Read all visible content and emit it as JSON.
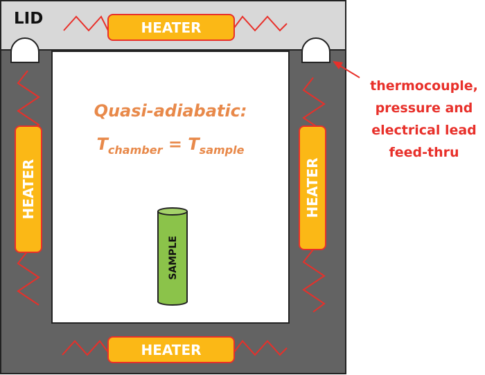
{
  "labels": {
    "lid": "LID",
    "heater_top": "HEATER",
    "heater_bottom": "HEATER",
    "heater_left": "HEATER",
    "heater_right": "HEATER",
    "sample": "SAMPLE",
    "title": "Quasi-adiabatic:",
    "eq_t1": "T",
    "eq_sub1": "chamber",
    "eq_equals": " = ",
    "eq_t2": "T",
    "eq_sub2": "sample",
    "annotation_line1": "thermocouple,",
    "annotation_line2": "pressure and",
    "annotation_line3": "electrical lead",
    "annotation_line4": "feed-thru"
  },
  "colors": {
    "chamber_wall": "#636363",
    "lid": "#d8d8d8",
    "interior": "#ffffff",
    "heater_fill": "#fbb816",
    "heater_stroke": "#e8302a",
    "wire": "#e8302a",
    "sample_fill": "#8bc34a",
    "annotation": "#e8302a",
    "title": "#e8894a"
  }
}
